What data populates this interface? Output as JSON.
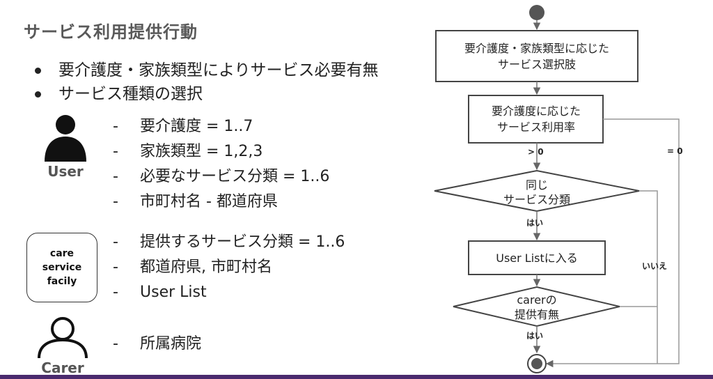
{
  "title": "サービス利用提供行動",
  "bullets": [
    "要介護度・家族類型によりサービス必要有無",
    "サービス種類の選択"
  ],
  "user": {
    "label": "User",
    "attributes": [
      "要介護度 = 1..7",
      "家族類型 = 1,2,3",
      "必要なサービス分類 = 1..6",
      "市町村名 - 都道府県"
    ]
  },
  "facility": {
    "label": "care\nservice\nfacily",
    "attributes": [
      "提供するサービス分類 = 1..6",
      "都道府県,  市町村名",
      "User List"
    ]
  },
  "carer": {
    "label": "Carer",
    "attributes": [
      "所属病院"
    ]
  },
  "flowchart": {
    "box1_lines": [
      "要介護度・家族類型に応じた",
      "サービス選択肢"
    ],
    "box2_lines": [
      "要介護度に応じた",
      "サービス利用率"
    ],
    "decision1_lines": [
      "同じ",
      "サービス分類"
    ],
    "box3": "User Listに入る",
    "decision2_lines": [
      "carerの",
      "提供有無"
    ],
    "label_gt0": "> 0",
    "label_eq0": "= 0",
    "label_yes1": "はい",
    "label_no": "いいえ",
    "label_yes2": "はい"
  },
  "colors": {
    "actor_fill": "#111111",
    "bottom_bar": "#4a2a6e",
    "flow_stroke": "#444444",
    "connector": "#888888"
  }
}
